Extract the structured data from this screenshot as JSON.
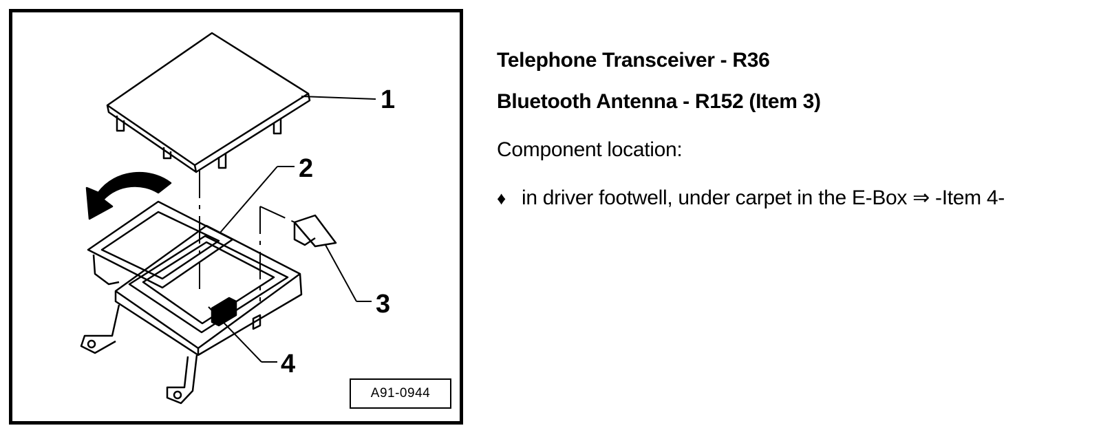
{
  "figure": {
    "callouts": [
      "1",
      "2",
      "3",
      "4"
    ],
    "figure_id": "A91-0944"
  },
  "text": {
    "heading1": "Telephone Transceiver - R36",
    "heading2": "Bluetooth Antenna - R152 (Item 3)",
    "intro": "Component location:",
    "bullet_icon": "♦",
    "bullet_text": "in driver footwell, under carpet in the E-Box ⇒ -Item 4-"
  }
}
